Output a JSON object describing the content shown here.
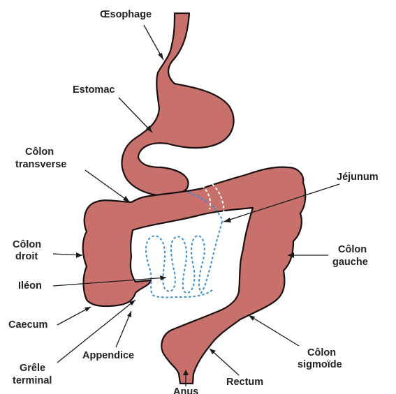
{
  "labels": {
    "oesophage": "Œsophage",
    "estomac": "Estomac",
    "colon_transverse_1": "Côlon",
    "colon_transverse_2": "transverse",
    "jejunum": "Jéjunum",
    "colon_droit_1": "Côlon",
    "colon_droit_2": "droit",
    "colon_gauche_1": "Côlon",
    "colon_gauche_2": "gauche",
    "ileon": "Iléon",
    "caecum": "Caecum",
    "appendice": "Appendice",
    "grele_terminal_1": "Grêle",
    "grele_terminal_2": "terminal",
    "colon_sigmoide_1": "Côlon",
    "colon_sigmoide_2": "sigmoïde",
    "rectum": "Rectum",
    "anus": "Anus"
  },
  "colors": {
    "organ_fill": "#c8706c",
    "outline": "#1a1010",
    "small_bowel": "#3a8fd0"
  }
}
